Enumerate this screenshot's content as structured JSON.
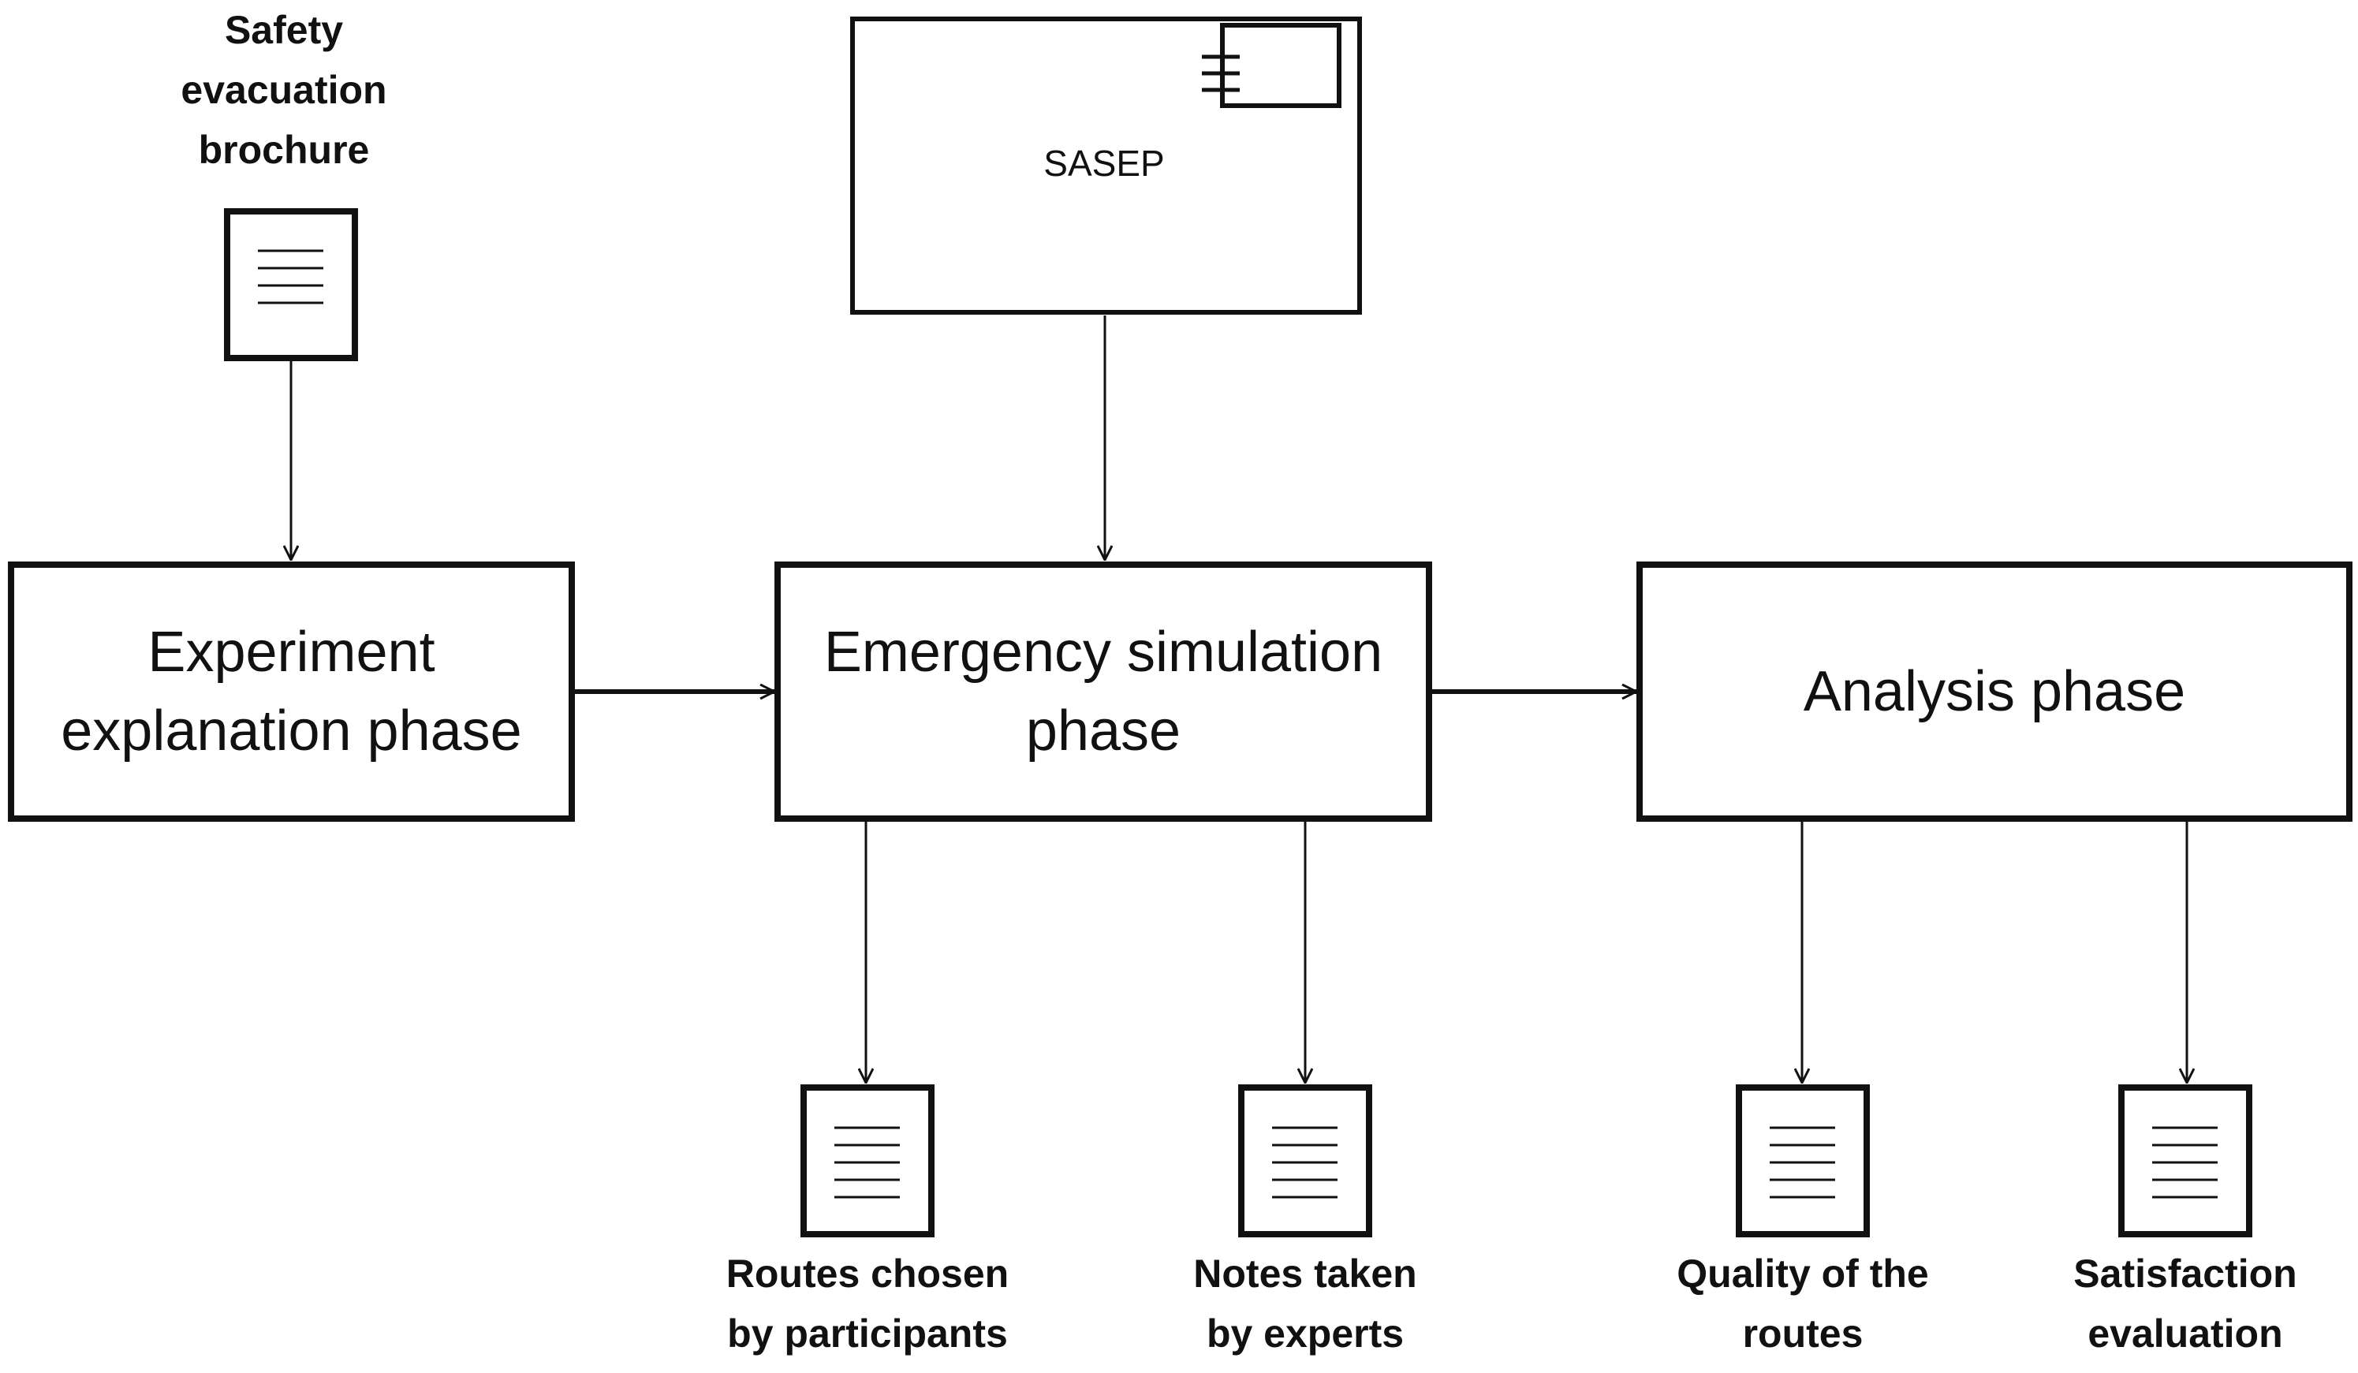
{
  "diagram": {
    "brochure_label": [
      "Safety",
      "evacuation",
      "brochure"
    ],
    "sasep_label": "SASEP",
    "phases": [
      {
        "lines": [
          "Experiment",
          "explanation phase"
        ]
      },
      {
        "lines": [
          "Emergency simulation",
          "phase"
        ]
      },
      {
        "lines": [
          "Analysis phase"
        ]
      }
    ],
    "outputs": [
      {
        "lines": [
          "Routes chosen",
          "by participants"
        ]
      },
      {
        "lines": [
          "Notes taken",
          "by experts"
        ]
      },
      {
        "lines": [
          "Quality of the",
          "routes"
        ]
      },
      {
        "lines": [
          "Satisfaction",
          "evaluation"
        ]
      }
    ]
  }
}
